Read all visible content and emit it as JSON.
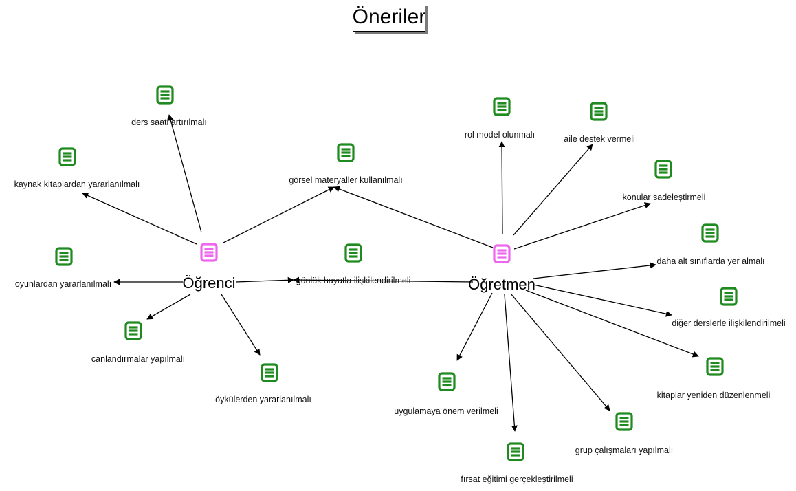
{
  "title": "Öneriler",
  "colors": {
    "hub_icon": "#ee66ee",
    "leaf_icon": "#1f8a1f",
    "edge": "#000000"
  },
  "icons": {
    "hub": "document-lines-icon",
    "leaf": "document-lines-icon"
  },
  "hubs": [
    {
      "id": "ogrenci",
      "label": "Öğrenci"
    },
    {
      "id": "ogretmen",
      "label": "Öğretmen"
    }
  ],
  "leaves": [
    {
      "id": "ders-saati",
      "label": "ders saati artırılmalı"
    },
    {
      "id": "kaynak-kitap",
      "label": "kaynak kitaplardan yararlanılmalı"
    },
    {
      "id": "gorsel",
      "label": "görsel materyaller kullanılmalı"
    },
    {
      "id": "oyunlar",
      "label": "oyunlardan yararlanılmalı"
    },
    {
      "id": "gunluk",
      "label": "günlük hayatla ilişkilendirilmeli"
    },
    {
      "id": "canlandirma",
      "label": "canlandırmalar yapılmalı"
    },
    {
      "id": "oykuler",
      "label": "öykülerden yararlanılmalı"
    },
    {
      "id": "rol-model",
      "label": "rol model olunmalı"
    },
    {
      "id": "aile",
      "label": "aile destek vermeli"
    },
    {
      "id": "konular",
      "label": "konular sadeleştirmeli"
    },
    {
      "id": "alt-sinif",
      "label": "daha alt sınıflarda yer almalı"
    },
    {
      "id": "diger-ders",
      "label": "diğer derslerle ilişkilendirilmeli"
    },
    {
      "id": "kitaplar",
      "label": "kitaplar yeniden düzenlenmeli"
    },
    {
      "id": "uygulama",
      "label": "uygulamaya önem verilmeli"
    },
    {
      "id": "firsat",
      "label": "fırsat eğitimi gerçekleştirilmeli"
    },
    {
      "id": "grup",
      "label": "grup çalışmaları yapılmalı"
    }
  ],
  "edges": [
    {
      "from": "ogrenci",
      "to": "ders-saati"
    },
    {
      "from": "ogrenci",
      "to": "kaynak-kitap"
    },
    {
      "from": "ogrenci",
      "to": "gorsel"
    },
    {
      "from": "ogrenci",
      "to": "oyunlar"
    },
    {
      "from": "ogrenci",
      "to": "gunluk"
    },
    {
      "from": "ogrenci",
      "to": "canlandirma"
    },
    {
      "from": "ogrenci",
      "to": "oykuler"
    },
    {
      "from": "ogretmen",
      "to": "gorsel"
    },
    {
      "from": "ogretmen",
      "to": "gunluk"
    },
    {
      "from": "ogretmen",
      "to": "rol-model"
    },
    {
      "from": "ogretmen",
      "to": "aile"
    },
    {
      "from": "ogretmen",
      "to": "konular"
    },
    {
      "from": "ogretmen",
      "to": "alt-sinif"
    },
    {
      "from": "ogretmen",
      "to": "diger-ders"
    },
    {
      "from": "ogretmen",
      "to": "kitaplar"
    },
    {
      "from": "ogretmen",
      "to": "uygulama"
    },
    {
      "from": "ogretmen",
      "to": "firsat"
    },
    {
      "from": "ogretmen",
      "to": "grup"
    }
  ]
}
